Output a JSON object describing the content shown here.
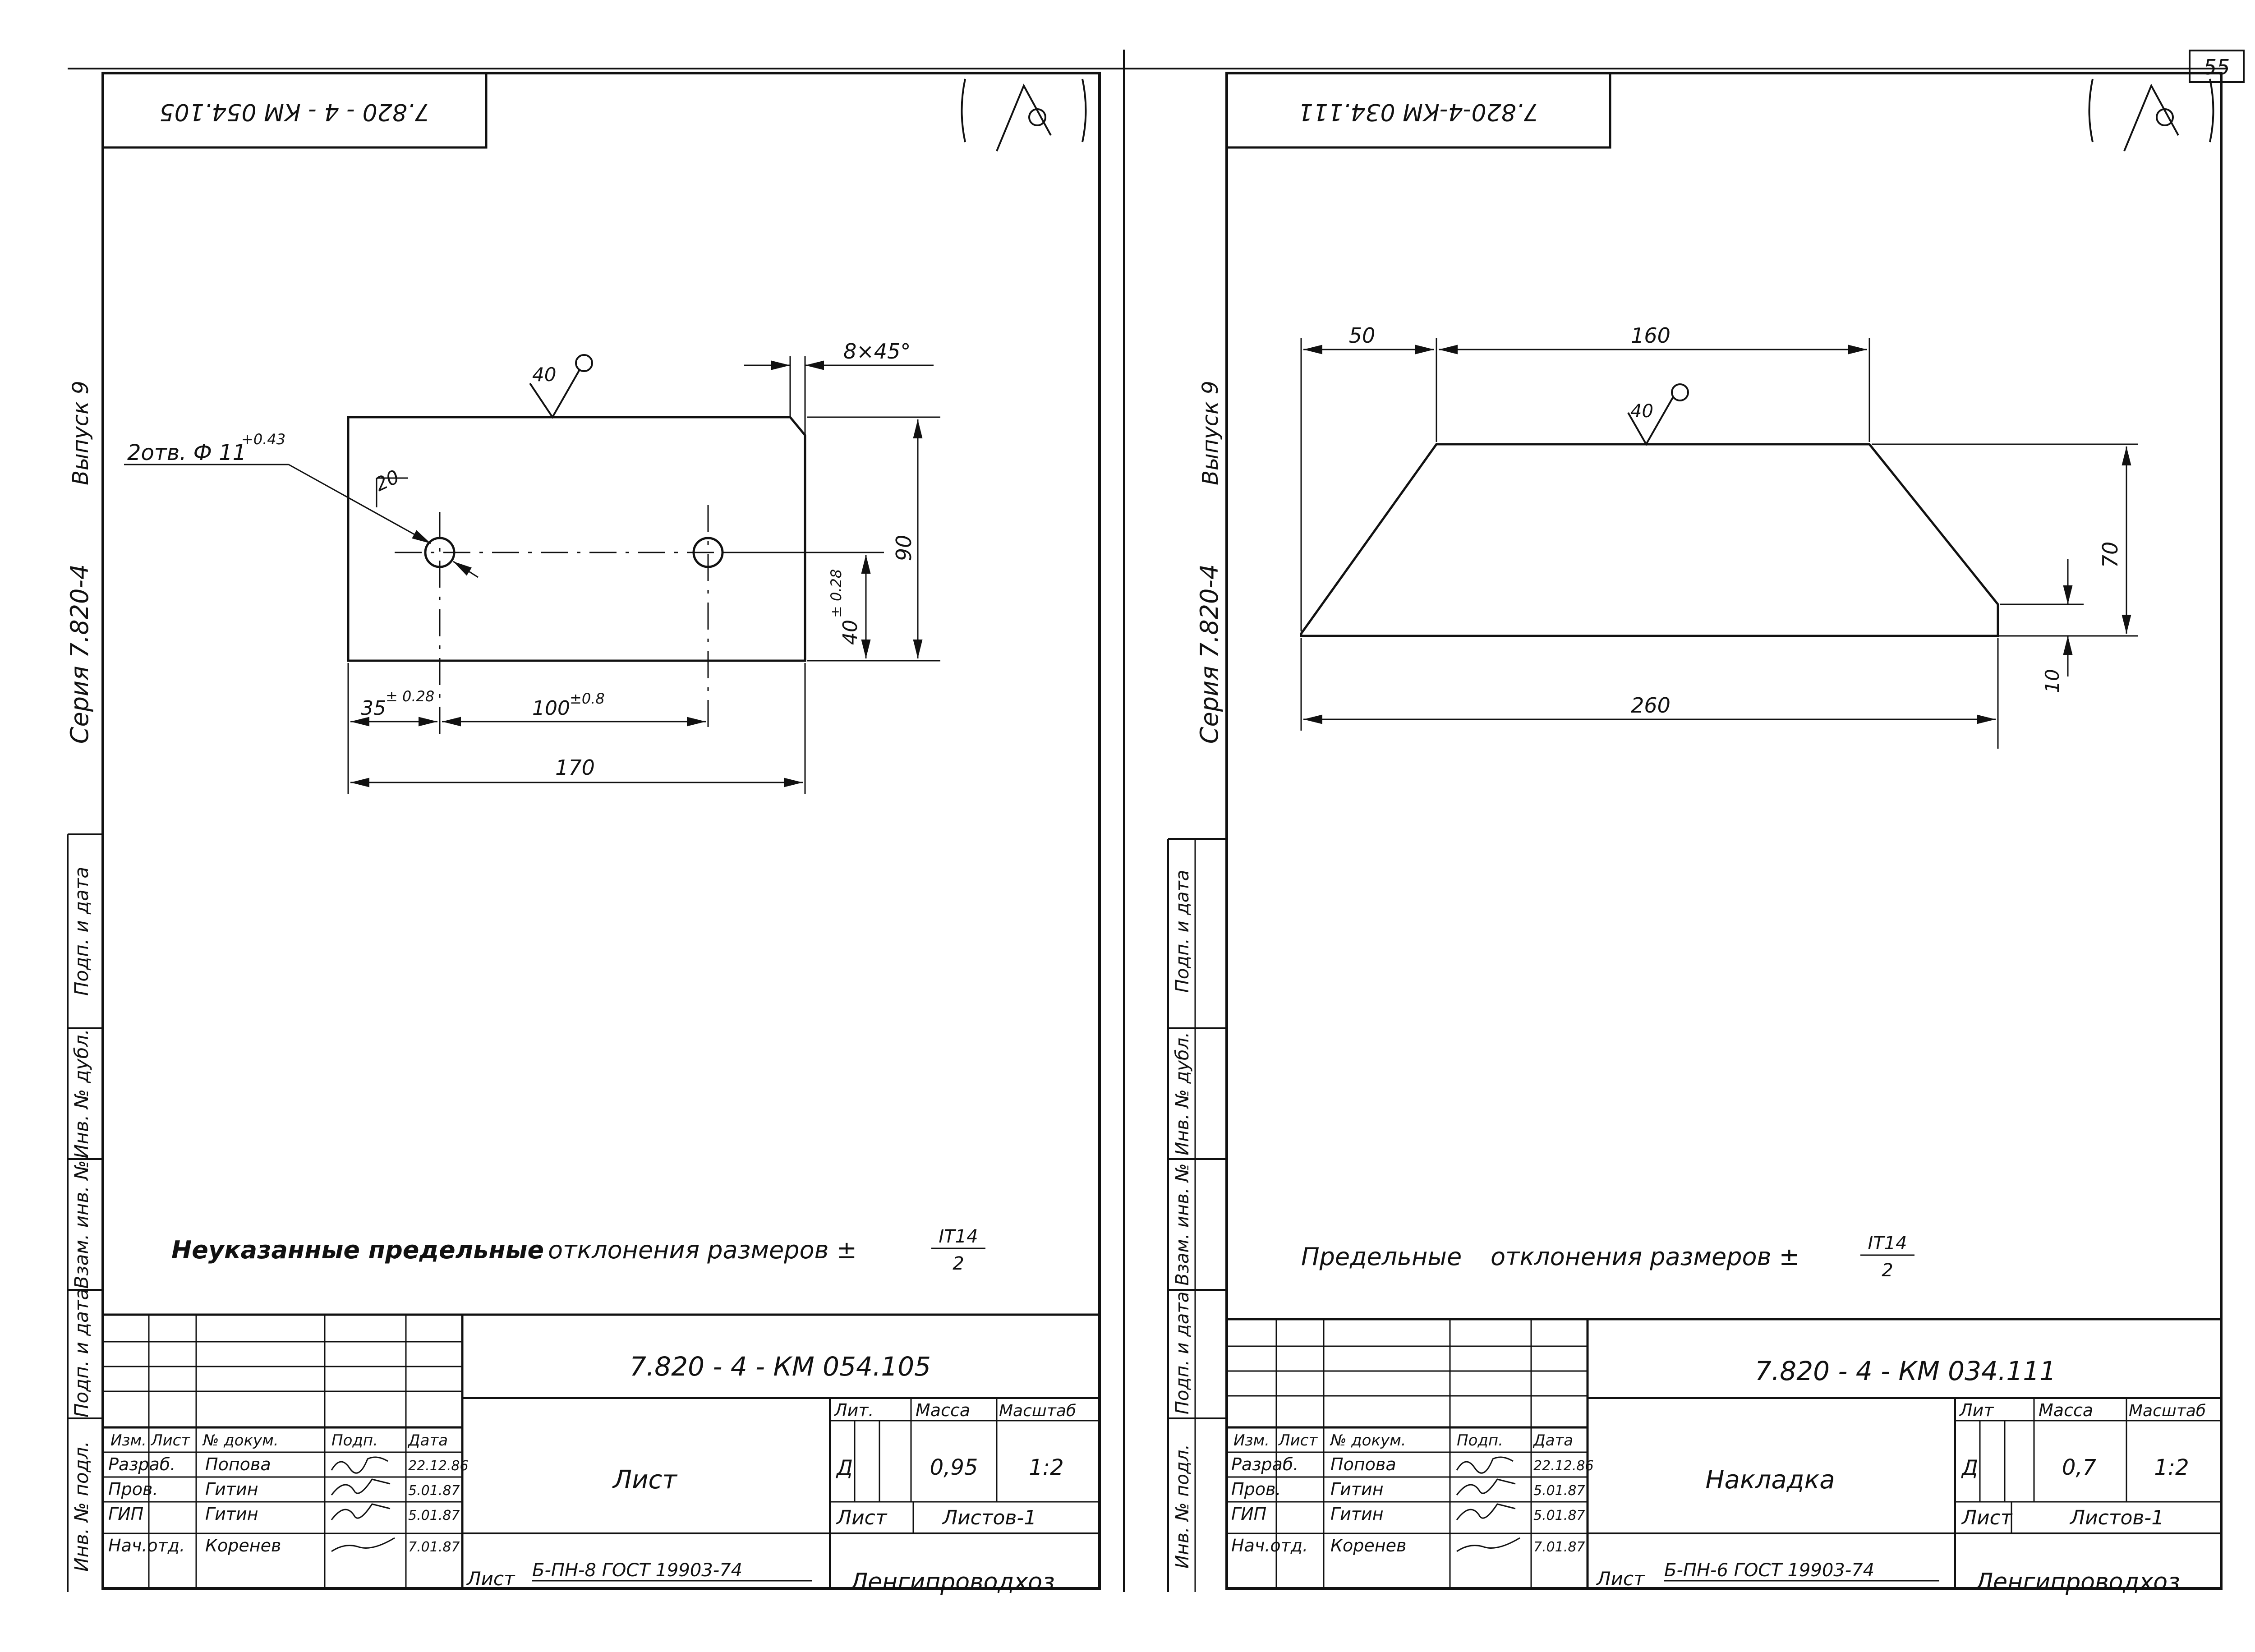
{
  "page_number": "55",
  "left_sheet": {
    "header_code_mirrored": "7.820 - 4 - КМ 054.105",
    "roughness_symbol": "40",
    "series": "Серия 7.820-4",
    "issue": "Выпуск 9",
    "side_stamp": [
      "Взам. инв. №",
      "Инв. № дубл.",
      "Подп. и дата",
      "Подп. и дата",
      "Инв. № подл."
    ],
    "dims": {
      "chamfer": "8×45°",
      "holes": "2отв. Ф 11",
      "holes_tol": "+0.43",
      "angle": "20",
      "h_total": "90",
      "h_hole": "40",
      "h_hole_tol": "± 0.28",
      "x_first": "35",
      "x_first_tol": "± 0.28",
      "x_pitch": "100",
      "x_pitch_tol": "±0.8",
      "width": "170"
    },
    "note_prefix": "Неуказанные предельные",
    "note_suffix": "отклонения   размеров ±",
    "note_frac_num": "IT14",
    "note_frac_den": "2",
    "title_block": {
      "doc_code": "7.820 - 4  - КМ  054.105",
      "name": "Лист",
      "lit_header": "Лит.",
      "mass_header": "Масса",
      "scale_header": "Масштаб",
      "lit": "Д",
      "mass": "0,95",
      "scale": "1:2",
      "sheet_label": "Лист",
      "sheets_label": "Листов-1",
      "material_prefix": "Лист",
      "material": "Б-ПН-8  ГОСТ 19903-74",
      "org": "Ленгипроводхоз",
      "headers": [
        "Изм.",
        "Лист",
        "№ докум.",
        "Подп.",
        "Дата"
      ],
      "rows": [
        {
          "role": "Разраб.",
          "name": "Попова",
          "date": "22.12.86"
        },
        {
          "role": "Пров.",
          "name": "Гитин",
          "date": "5.01.87"
        },
        {
          "role": "ГИП",
          "name": "Гитин",
          "date": "5.01.87"
        },
        {
          "role": "Нач.отд.",
          "name": "Коренев",
          "date": "7.01.87"
        }
      ]
    }
  },
  "right_sheet": {
    "header_code_mirrored": "7.820-4-КМ 034.111",
    "roughness_symbol": "40",
    "series": "Серия 7.820-4",
    "issue": "Выпуск 9",
    "side_stamp": [
      "Взам. инв. №",
      "Инв. № дубл.",
      "Подп. и дата",
      "Подп. и дата",
      "Инв. № подл."
    ],
    "dims": {
      "top_left": "50",
      "top_width": "160",
      "height": "70",
      "edge": "10",
      "bottom_width": "260"
    },
    "note_prefix": "Предельные",
    "note_suffix": "отклонения  размеров ±",
    "note_frac_num": "IT14",
    "note_frac_den": "2",
    "title_block": {
      "doc_code": "7.820 - 4 - КМ 034.111",
      "name": "Накладка",
      "lit_header": "Лит",
      "mass_header": "Масса",
      "scale_header": "Масштаб",
      "lit": "Д",
      "mass": "0,7",
      "scale": "1:2",
      "sheet_label": "Лист",
      "sheets_label": "Листов-1",
      "material_prefix": "Лист",
      "material": "Б-ПН-6  ГОСТ 19903-74",
      "org": "Ленгипроводхоз",
      "headers": [
        "Изм.",
        "Лист",
        "№ докум.",
        "Подп.",
        "Дата"
      ],
      "rows": [
        {
          "role": "Разраб.",
          "name": "Попова",
          "date": "22.12.86"
        },
        {
          "role": "Пров.",
          "name": "Гитин",
          "date": "5.01.87"
        },
        {
          "role": "ГИП",
          "name": "Гитин",
          "date": "5.01.87"
        },
        {
          "role": "Нач.отд.",
          "name": "Коренев",
          "date": "7.01.87"
        }
      ]
    }
  }
}
